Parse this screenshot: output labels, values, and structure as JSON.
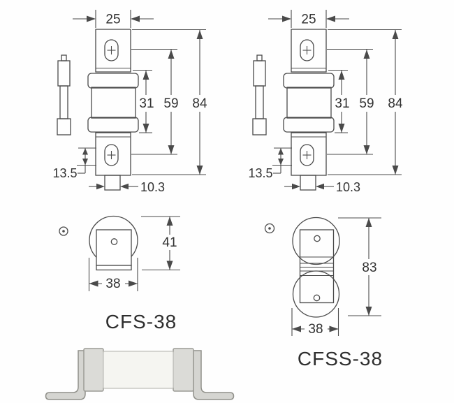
{
  "colors": {
    "background": "#fefefe",
    "line": "#4a4a4a",
    "text": "#333333",
    "photo_body_fill": "#f5f5f1",
    "photo_cap_fill": "#dbdbd7",
    "photo_bracket_fill": "#d5d5d1"
  },
  "front_view": {
    "blade_width": "25",
    "body_length": "31",
    "terminal_span": "59",
    "overall_length": "84",
    "hole_offset": "13.5",
    "tab_width": "10.3"
  },
  "cfs_bottom_view": {
    "overall_height": "41",
    "width": "38"
  },
  "cfss_bottom_view": {
    "overall_height": "83",
    "width": "38"
  },
  "models": {
    "left": "CFS-38",
    "right": "CFSS-38"
  }
}
